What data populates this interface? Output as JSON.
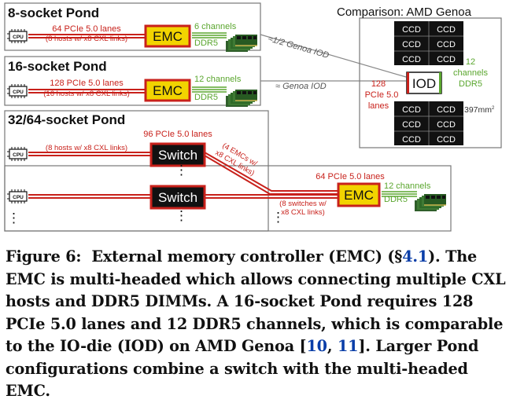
{
  "colors": {
    "emc": "#f2d400",
    "link_red": "#c8211b",
    "ddr_green": "#5aa62e",
    "chip_dark": "#1b1b1b",
    "ref_blue": "#0a3ea8"
  },
  "pond8": {
    "title": "8-socket Pond",
    "lanes": "64 PCIe 5.0 lanes",
    "hosts": "(8 hosts w/ x8 CXL links)",
    "emc": "EMC",
    "channels": "6 channels",
    "ddr": "DDR5",
    "compare": "≈1/2 Genoa IOD"
  },
  "pond16": {
    "title": "16-socket Pond",
    "lanes": "128 PCIe 5.0 lanes",
    "hosts": "(16 hosts w/ x8 CXL links)",
    "emc": "EMC",
    "channels": "12 channels",
    "ddr": "DDR5",
    "compare": "≈ Genoa IOD"
  },
  "pond32": {
    "title": "32/64-socket Pond",
    "switch_lanes": "96 PCIe 5.0 lanes",
    "hosts": "(8 hosts w/ x8 CXL links)",
    "switch": "Switch",
    "emc_links": [
      "(4 EMCs w/",
      "x8 CXL links)"
    ],
    "emc_lanes": "64 PCIe 5.0 lanes",
    "switches": "(8 switches w/",
    "switches2": "x8 CXL links)",
    "emc": "EMC",
    "channels": "12 channels",
    "ddr": "DDR5",
    "dots": "⋮"
  },
  "genoa": {
    "title": "Comparison: AMD Genoa",
    "ccd": "CCD",
    "iod": "IOD",
    "lanes": [
      "128",
      "PCIe 5.0",
      "lanes"
    ],
    "channels": [
      "12",
      "channels",
      "DDR5"
    ],
    "area": "397mm"
  },
  "cpu_label": "CPU",
  "caption": {
    "fig": "Figure 6:",
    "t1": "External memory controller (EMC) (§",
    "ref1": "4.1",
    "t2": "). The EMC is multi-headed which allows connecting multiple CXL hosts and DDR5 DIMMs. A 16-socket Pond requires 128 PCIe 5.0 lanes and 12 DDR5 channels, which is comparable to the IO-die (IOD) on AMD Genoa [",
    "ref2": "10",
    "t3": ", ",
    "ref3": "11",
    "t4": "]. Larger Pond configurations combine a switch with the multi-headed EMC."
  }
}
